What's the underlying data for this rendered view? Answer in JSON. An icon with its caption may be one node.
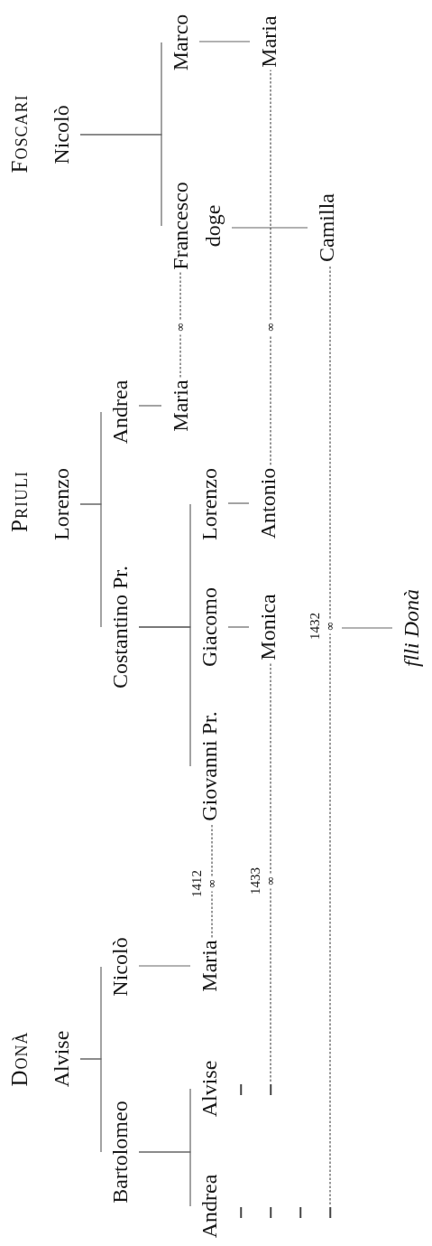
{
  "diagram": {
    "nodes": [
      {
        "text": [
          "Alvise"
        ]
      },
      {
        "text": [
          "Bartolomeo"
        ]
      },
      {
        "text": [
          "Nicolò"
        ]
      },
      {
        "text": [
          "Andrea"
        ]
      },
      {
        "text": [
          "Alvise"
        ]
      },
      {
        "text": [
          "Maria"
        ]
      },
      {
        "text": [
          "Giovanni Pr."
        ]
      },
      {
        "text": [
          "Lorenzo"
        ]
      },
      {
        "text": [
          "Costantino Pr."
        ]
      },
      {
        "text": [
          "Andrea"
        ]
      },
      {
        "text": [
          "Giacomo"
        ]
      },
      {
        "text": [
          "Lorenzo"
        ]
      },
      {
        "text": [
          "Maria"
        ]
      },
      {
        "text": [
          "Monica"
        ]
      },
      {
        "text": [
          "Antonio"
        ]
      },
      {
        "text": [
          "Nicolò"
        ]
      },
      {
        "text": [
          "Francesco",
          "doge"
        ]
      },
      {
        "text": [
          "Marco"
        ]
      },
      {
        "text": [
          "Maria"
        ]
      },
      {
        "text": [
          "Camilla"
        ]
      },
      {
        "text": [
          "flli Donà"
        ]
      },
      {
        "text": [],
        "shape": "bar"
      },
      {
        "text": [],
        "shape": "bar"
      },
      {
        "text": [],
        "shape": "bar"
      },
      {
        "text": [],
        "shape": "bar"
      },
      {
        "text": [],
        "shape": "bar"
      },
      {
        "text": [],
        "shape": "bar"
      },
      {
        "text": [
          "∞"
        ],
        "beside": [
          "1412"
        ]
      },
      {
        "text": [
          "∞"
        ],
        "beside": [
          "1433"
        ]
      },
      {
        "text": [
          "∞"
        ],
        "beside": [
          "1432"
        ]
      },
      {
        "text": [
          "∞"
        ]
      },
      {
        "text": [
          "∞"
        ]
      }
    ],
    "edges": [
      {
        "from": 0,
        "to": 1,
        "arrow": "none"
      },
      {
        "from": 0,
        "to": 2,
        "arrow": "none"
      },
      {
        "from": 1,
        "to": 3,
        "arrow": "none"
      },
      {
        "from": 1,
        "to": 4,
        "arrow": "none"
      },
      {
        "from": 2,
        "to": 5,
        "arrow": "none"
      },
      {
        "from": 7,
        "to": 8,
        "arrow": "none"
      },
      {
        "from": 7,
        "to": 9,
        "arrow": "none"
      },
      {
        "from": 8,
        "to": 6,
        "arrow": "none"
      },
      {
        "from": 8,
        "to": 10,
        "arrow": "none"
      },
      {
        "from": 8,
        "to": 11,
        "arrow": "none"
      },
      {
        "from": 9,
        "to": 12,
        "arrow": "none"
      },
      {
        "from": 10,
        "to": 13,
        "arrow": "none"
      },
      {
        "from": 11,
        "to": 14,
        "arrow": "none"
      },
      {
        "from": 15,
        "to": 16,
        "arrow": "none"
      },
      {
        "from": 15,
        "to": 17,
        "arrow": "none"
      },
      {
        "from": 16,
        "to": 19,
        "arrow": "none"
      },
      {
        "from": 17,
        "to": 18,
        "arrow": "none"
      },
      {
        "from": 29,
        "to": 20,
        "arrow": "none"
      },
      {
        "from": 5,
        "to": 27,
        "arrow": "none",
        "style": "dashed"
      },
      {
        "from": 27,
        "to": 6,
        "arrow": "none",
        "style": "dashed"
      },
      {
        "from": 22,
        "to": 28,
        "arrow": "none",
        "style": "dashed"
      },
      {
        "from": 28,
        "to": 13,
        "arrow": "none",
        "style": "dashed"
      },
      {
        "from": 26,
        "to": 29,
        "arrow": "none",
        "style": "dashed"
      },
      {
        "from": 29,
        "to": 19,
        "arrow": "none",
        "style": "dashed"
      },
      {
        "from": 12,
        "to": 30,
        "arrow": "none",
        "style": "dashed"
      },
      {
        "from": 30,
        "to": 16,
        "arrow": "none",
        "style": "dashed"
      },
      {
        "from": 14,
        "to": 31,
        "arrow": "none",
        "style": "dashed"
      },
      {
        "from": 31,
        "to": 18,
        "arrow": "none",
        "style": "dashed"
      }
    ],
    "labels": [
      "Donà",
      "Priuli",
      "Foscari"
    ]
  }
}
